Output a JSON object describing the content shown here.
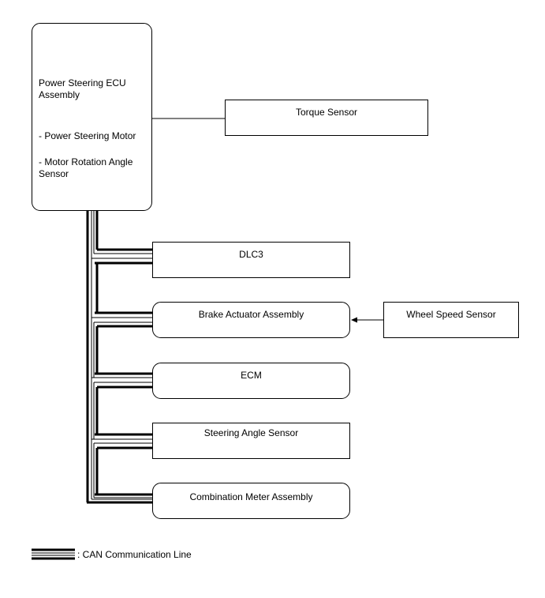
{
  "ecu": {
    "title_line1": "Power Steering ECU",
    "title_line2": "Assembly",
    "item1": "- Power Steering Motor",
    "item2_line1": "- Motor Rotation Angle",
    "item2_line2": "Sensor"
  },
  "torque_sensor": "Torque Sensor",
  "dlc3": "DLC3",
  "brake_actuator": "Brake Actuator Assembly",
  "wheel_speed_sensor": "Wheel Speed Sensor",
  "ecm": "ECM",
  "steering_angle_sensor": "Steering Angle Sensor",
  "combination_meter": "Combination Meter Assembly",
  "legend": {
    "label": ": CAN Communication Line"
  }
}
